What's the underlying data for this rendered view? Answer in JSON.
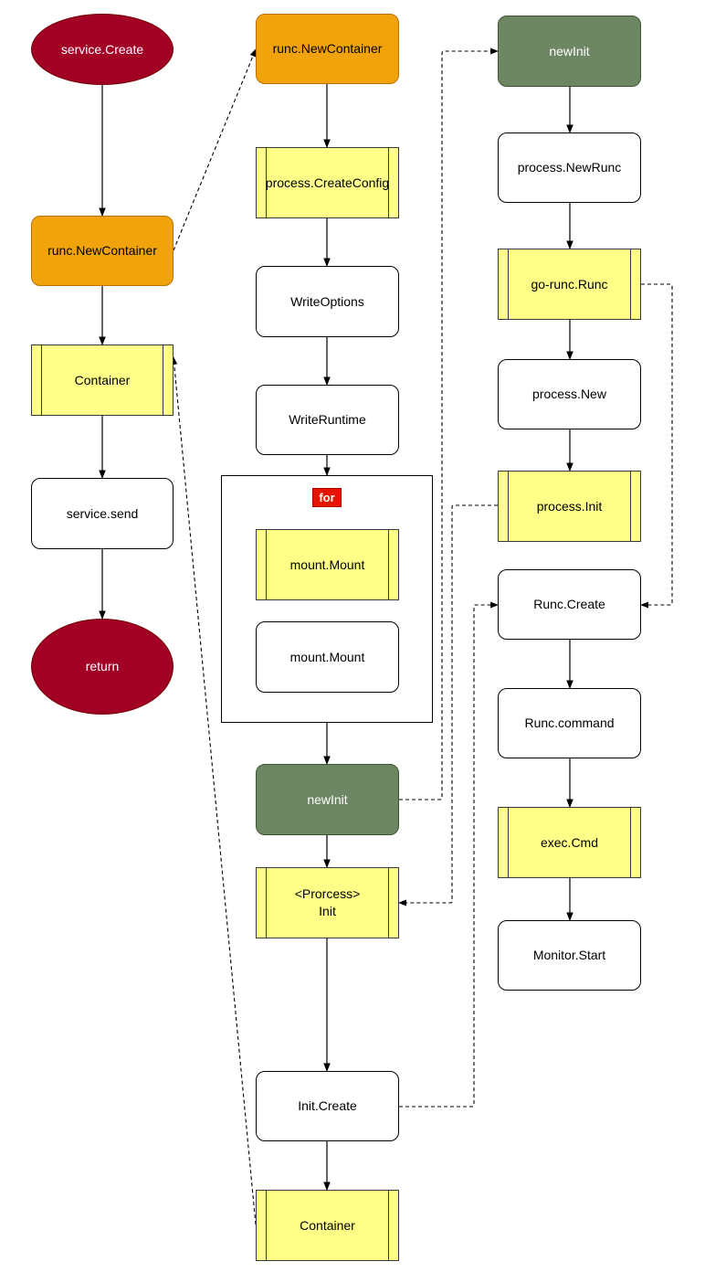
{
  "nodes": {
    "service_create": "service.Create",
    "runc_newcontainer_left": "runc.NewContainer",
    "container_left": "Container",
    "service_send": "service.send",
    "return": "return",
    "runc_newcontainer_mid": "runc.NewContainer",
    "process_createconfig": "process.CreateConfig",
    "writeoptions": "WriteOptions",
    "writeruntime": "WriteRuntime",
    "for_label": "for",
    "mount_mount_1": "mount.Mount",
    "mount_mount_2": "mount.Mount",
    "newinit_mid": "newInit",
    "process_init_mid": "<Prorcess>\nInit",
    "init_create": "Init.Create",
    "container_bottom": "Container",
    "newinit_right": "newInit",
    "process_newrunc": "process.NewRunc",
    "go_runc_runc": "go-runc.Runc",
    "process_new": "process.New",
    "process_init_right": "process.Init",
    "runc_create": "Runc.Create",
    "runc_command": "Runc.command",
    "exec_cmd": "exec.Cmd",
    "monitor_start": "Monitor.Start"
  },
  "colors": {
    "terminal": "#a20025",
    "orange": "#f0a30a",
    "green": "#6d8764",
    "subprocess": "#ffff88",
    "for_tag": "#e51400"
  }
}
